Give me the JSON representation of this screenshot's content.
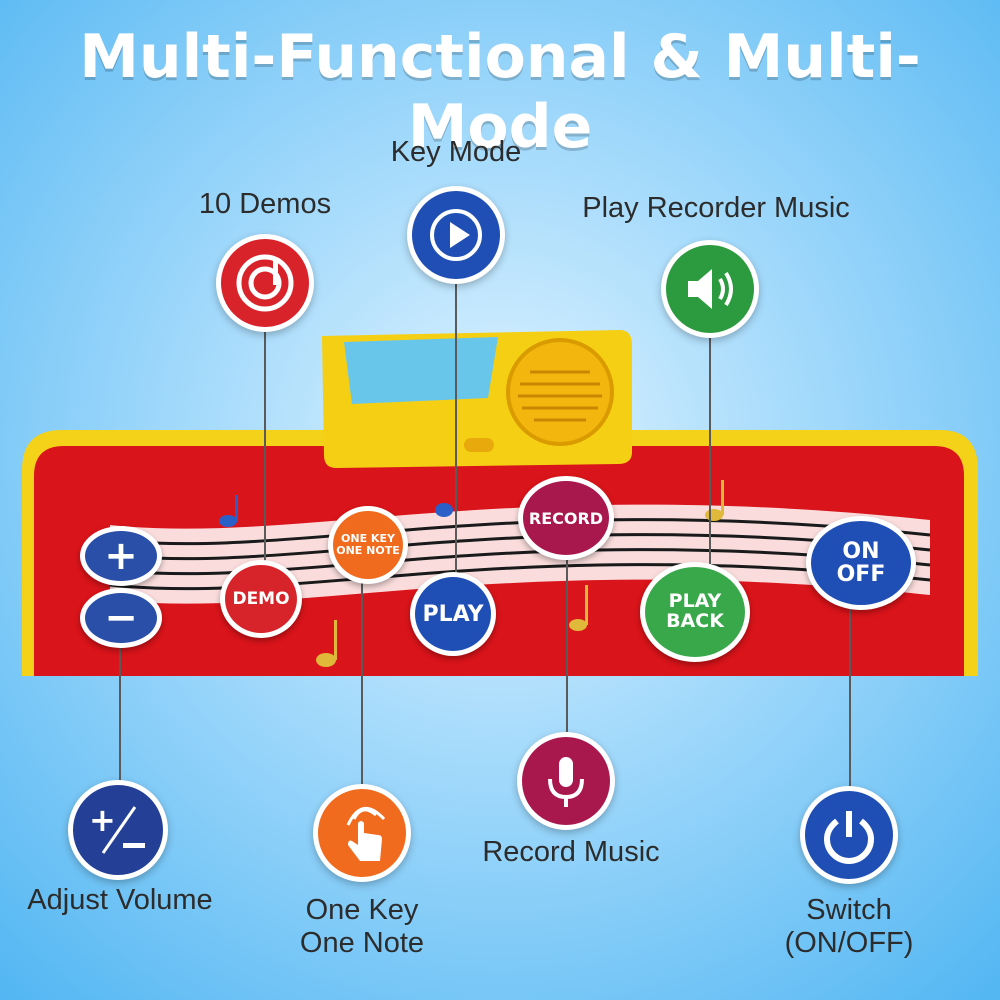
{
  "title": "Multi-Functional & Multi-Mode",
  "features": {
    "key_mode": {
      "label": "Key Mode",
      "icon": "play-icon",
      "color": "#1f4fb5"
    },
    "demos": {
      "label": "10 Demos",
      "icon": "demo-disc-icon",
      "color": "#d9232b"
    },
    "play_recorder": {
      "label": "Play Recorder Music",
      "icon": "speaker-icon",
      "color": "#2c9a3e"
    },
    "adjust_volume": {
      "label": "Adjust Volume",
      "icon": "volume-plus-minus-icon",
      "color": "#243f96"
    },
    "one_key": {
      "line1": "One Key",
      "line2": "One Note",
      "icon": "touch-hand-icon",
      "color": "#f06b1e"
    },
    "record_music": {
      "label": "Record Music",
      "icon": "microphone-icon",
      "color": "#a8184d"
    },
    "switch": {
      "line1": "Switch",
      "line2": "(ON/OFF)",
      "icon": "power-icon",
      "color": "#1f4fb5"
    }
  },
  "mat_buttons": {
    "plus": "+",
    "minus": "−",
    "demo": "DEMO",
    "one_key_1": "ONE KEY",
    "one_key_2": "ONE NOTE",
    "play": "PLAY",
    "record": "RECORD",
    "playback_1": "PLAY",
    "playback_2": "BACK",
    "on": "ON",
    "off": "OFF"
  }
}
